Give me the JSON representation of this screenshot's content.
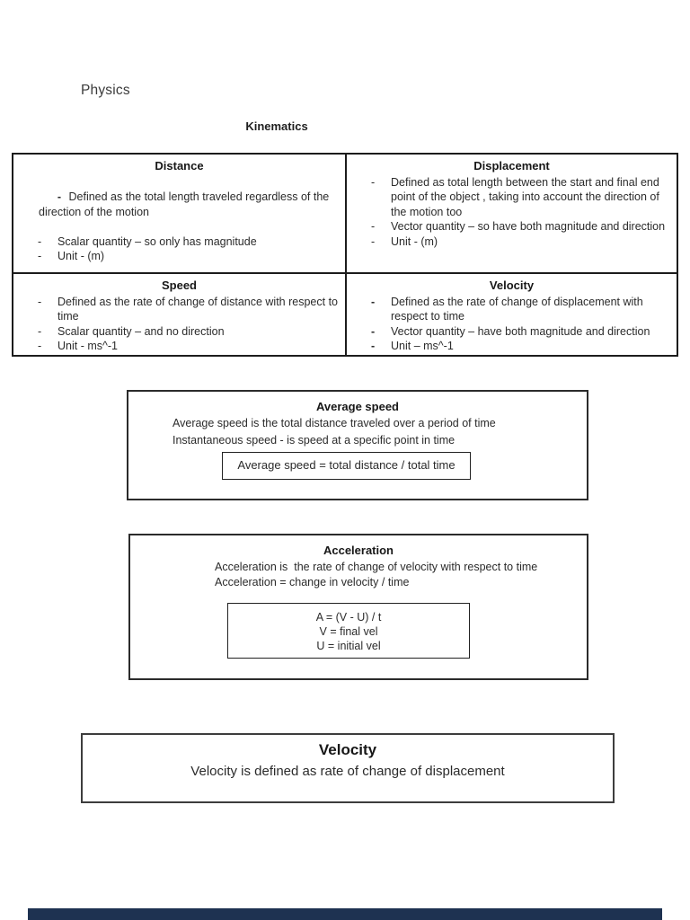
{
  "page": {
    "title": "Physics",
    "heading": "Kinematics"
  },
  "table": {
    "cells": [
      {
        "title": "Distance",
        "bullets": [
          {
            "dash": "-",
            "text": " Defined as the total length traveled regardless of the direction of the motion"
          },
          {
            "dash": "-",
            "text": "Scalar quantity – so only has magnitude"
          },
          {
            "dash": "-",
            "text": "Unit - (m)"
          }
        ]
      },
      {
        "title": "Displacement",
        "bullets": [
          {
            "dash": "-",
            "text": "Defined as total length between the start and final end point of the object , taking into account the direction of the motion too"
          },
          {
            "dash": "-",
            "text": "Vector quantity – so have both magnitude and direction"
          },
          {
            "dash": "-",
            "text": "Unit - (m)"
          }
        ]
      },
      {
        "title": "Speed",
        "bullets": [
          {
            "dash": "-",
            "text": "Defined as the rate of change of distance with respect to time"
          },
          {
            "dash": "-",
            "text": "Scalar quantity – and no direction"
          },
          {
            "dash": "-",
            "text": "Unit - ms^-1"
          }
        ]
      },
      {
        "title": "Velocity",
        "bullets": [
          {
            "dash": "-",
            "text": "Defined as the rate of change of displacement with respect to time"
          },
          {
            "dash": "-",
            "text": "Vector quantity – have both magnitude and direction"
          },
          {
            "dash": "-",
            "text": "Unit – ms^-1"
          }
        ]
      }
    ]
  },
  "average_speed_box": {
    "title": "Average speed",
    "lines": [
      "Average speed is the total distance traveled over a period of time",
      "Instantaneous speed - is speed at a specific point in time"
    ],
    "formula": "Average speed = total distance / total time"
  },
  "acceleration_box": {
    "title": "Acceleration",
    "lines": [
      "Acceleration is  the rate of change of velocity with respect to time",
      "Acceleration = change in velocity / time"
    ],
    "formula_lines": [
      "A = (V - U) / t",
      "V = final vel",
      "U = initial vel"
    ]
  },
  "velocity_box": {
    "title": "Velocity",
    "line": "Velocity is defined as rate of change of displacement"
  },
  "colors": {
    "next_page_bar": "#1e3251",
    "table_border": "#1c1c1c",
    "text": "#2b2b2b",
    "background": "#ffffff"
  }
}
